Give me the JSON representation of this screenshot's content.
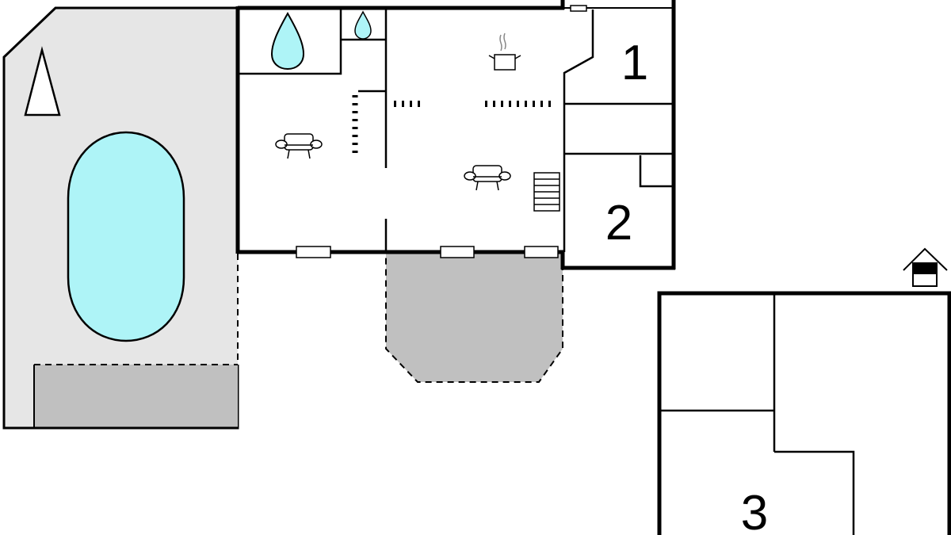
{
  "title": "Floor plan",
  "colors": {
    "water": "#aef4f7",
    "terrace": "#e6e6e6",
    "covered": "#c0c0c0",
    "wall": "#000000"
  },
  "rooms": [
    {
      "label": "1",
      "type": "bedroom"
    },
    {
      "label": "2",
      "type": "bedroom"
    },
    {
      "label": "3",
      "type": "bedroom"
    }
  ],
  "icons": [
    "pool",
    "water-drop-icon",
    "sofa-icon",
    "cooking-pot-icon",
    "stairs-icon",
    "house-icon",
    "tree-icon"
  ]
}
